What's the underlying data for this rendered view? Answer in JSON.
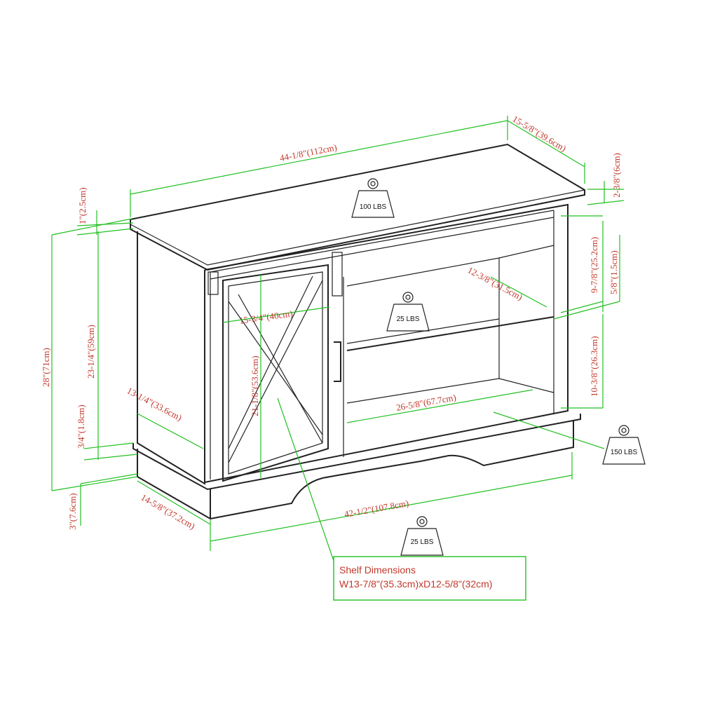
{
  "dimensions": {
    "top_width": "44-1/8\"(112cm)",
    "depth_top": "15-5/8\"(39.6cm)",
    "top_thickness_right": "2-3/8\"(6cm)",
    "top_thickness_left": "1\"(2.5cm)",
    "body_height": "23-1/4\"(59cm)",
    "total_height": "28\"(71cm)",
    "bottom_trim": "3/4\"(1.8cm)",
    "base_height": "3\"(7.6cm)",
    "door_width": "15-3/4\"(40cm)",
    "door_height": "21-1/8\"(53.6cm)",
    "side_depth": "13-1/4\"(33.6cm)",
    "shelf_depth": "12-3/8\"(31.5cm)",
    "upper_opening": "9-7/8\"(25.2cm)",
    "shelf_thickness": "5/8\"(1.5cm)",
    "lower_opening": "10-3/8\"(26.3cm)",
    "opening_width": "26-5/8\"(67.7cm)",
    "base_width": "42-1/2\"(107.8cm)",
    "base_depth": "14-5/8\"(37.2cm)"
  },
  "weights": {
    "top": "100 LBS",
    "shelf": "25 LBS",
    "bottom": "150 LBS",
    "cabinet": "25 LBS"
  },
  "callout": {
    "title": "Shelf Dimensions",
    "text": "W13-7/8\"(35.3cm)xD12-5/8\"(32cm)"
  },
  "colors": {
    "dimension_line": "#22c022",
    "dimension_text": "#c0392b",
    "outline": "#222222"
  }
}
